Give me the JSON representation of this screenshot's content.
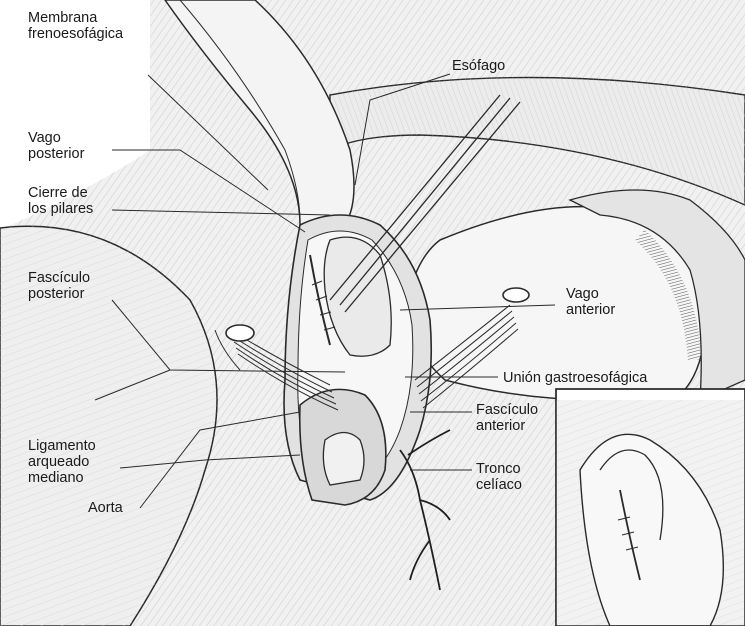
{
  "labels": {
    "membrana": [
      "Membrana",
      "frenoesofágica"
    ],
    "esofago": [
      "Esófago"
    ],
    "vago_posterior": [
      "Vago",
      "posterior"
    ],
    "cierre_pilares": [
      "Cierre de",
      "los pilares"
    ],
    "fasciculo_posterior": [
      "Fascículo",
      "posterior"
    ],
    "vago_anterior": [
      "Vago",
      "anterior"
    ],
    "union": [
      "Unión gastroesofágica"
    ],
    "fasciculo_anterior": [
      "Fascículo",
      "anterior"
    ],
    "ligamento": [
      "Ligamento",
      "arqueado",
      "mediano"
    ],
    "tronco": [
      "Tronco",
      "celíaco"
    ],
    "aorta": [
      "Aorta"
    ]
  },
  "colors": {
    "line": "#2a2a2a",
    "tissue": "#e9e9e9",
    "tissue_dark": "#cfcfcf",
    "paper": "#ffffff"
  }
}
